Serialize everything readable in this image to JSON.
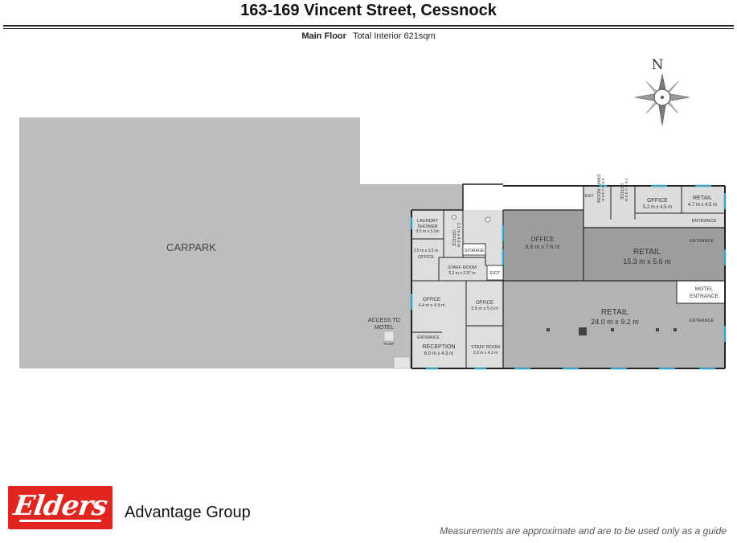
{
  "header": {
    "title": "163-169 Vincent Street, Cessnock",
    "floor_label": "Main Floor",
    "area_label": "Total Interior  621sqm"
  },
  "compass": {
    "label": "N"
  },
  "rooms": {
    "carpark": "CARPARK",
    "access": "ACCESS TO",
    "access2": "MOTEL",
    "ramp": "RAMP",
    "laundry": "LAUNDRY",
    "laundry2": "SHOWER",
    "laundry_dim": "3.5 m x 3.1m",
    "office_narrow": "OFFICE",
    "office_narrow_dim": "2.1 m x 4.6 m",
    "storage": "STORAGE",
    "office_sm_dim": "3.5 m x 3.2 m",
    "office_sm": "OFFICE",
    "staff1": "STAFF ROOM",
    "staff1_dim": "5.2 m x 2.37 m",
    "exit_mid": "EXIT",
    "office_big": "OFFICE",
    "office_big_dim": "8.6 m x 7.6 m",
    "exit_top": "EXIT",
    "staff2": "STAFF ROOM",
    "staff2_dim": "2.9 m x 4.5 m",
    "office_top_narrow": "OFFICE",
    "office_top_narrow_dim": "2.5 m x 3.4 m",
    "office_top": "OFFICE",
    "office_top_dim": "5.2 m x 4.5 m",
    "retail_top": "RETAIL",
    "retail_top_dim": "4.7 m x 4.5 m",
    "entrance_1": "ENTRANCE",
    "entrance_2": "ENTRANCE",
    "retail_mid": "RETAIL",
    "retail_mid_dim": "15.3 m x 5.6 m",
    "motel": "MOTEL",
    "motel2": "ENTRANCE",
    "office_44": "OFFICE",
    "office_44_dim": "4.4 m x 4.9 m",
    "office_39": "OFFICE",
    "office_39_dim": "3.9 m x 5.0 m",
    "retail_big": "RETAIL",
    "retail_big_dim": "24.0 m x 9.2 m",
    "entrance_3": "ENTRANCE",
    "entrance_rec": "ENTRANCE",
    "reception": "RECEPTION",
    "reception_dim": "6.0 m x 4.3 m",
    "staff3": "STAFF ROOM",
    "staff3_dim": "3.9 m x 4.1 m"
  },
  "footer": {
    "logo": "Elders",
    "brand": "Advantage Group",
    "disclaimer": "Measurements are approximate and are to be used only as a guide"
  },
  "colors": {
    "carpark": "#bdbdbd",
    "room_dark": "#9e9e9e",
    "room_mid": "#b3b3b3",
    "wall": "#222222",
    "window": "#3aa0c8",
    "logo_red": "#e0261f"
  }
}
